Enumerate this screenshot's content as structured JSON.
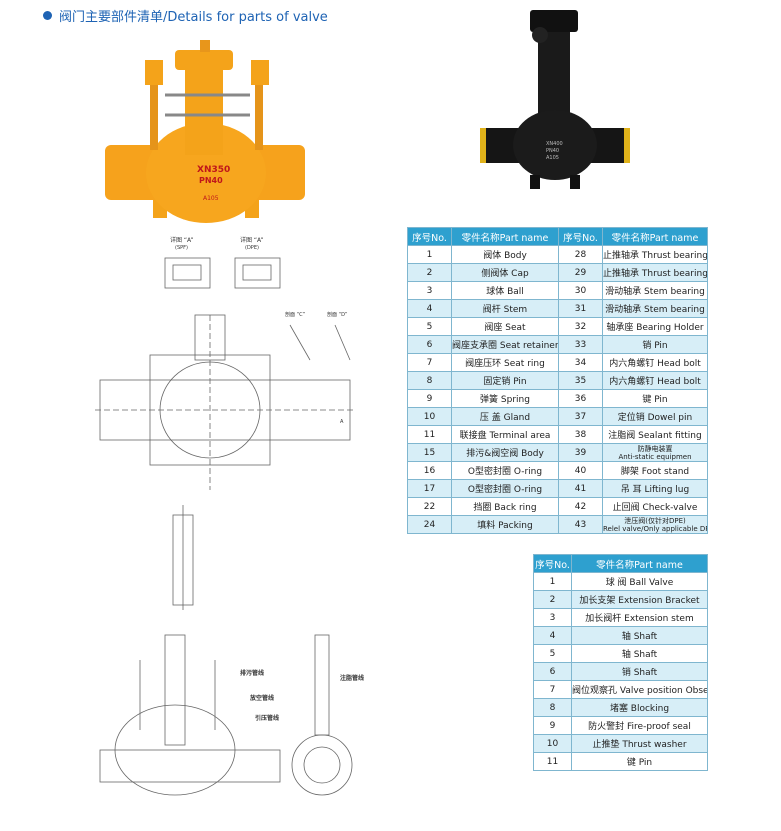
{
  "header": {
    "title": "阀门主要部件清单/Details for parts of valve"
  },
  "photo_yellow": {
    "body_text": [
      "XN350",
      "PN40",
      "A105"
    ],
    "color": "#f5a21b"
  },
  "photo_black": {
    "body_text": [
      "XN400",
      "PN40",
      "A105"
    ],
    "color": "#141414"
  },
  "drawing": {
    "view_a1": "详图 “A”",
    "view_a1_sub": "(SPF)",
    "view_a2": "详图 “A”",
    "view_a2_sub": "(DPE)",
    "view_c": "剖面 “C”",
    "view_d": "剖面 “D”",
    "label_a": "A",
    "label_drain": "排污管线",
    "label_vent": "放空管线",
    "label_pressure": "引压管线",
    "label_grease": "注脂管线"
  },
  "table1": {
    "headers": [
      "序号No.",
      "零件名称Part name",
      "序号No.",
      "零件名称Part name"
    ],
    "rows": [
      [
        "1",
        "阀体 Body",
        "28",
        "止推轴承 Thrust bearing"
      ],
      [
        "2",
        "侧阀体 Cap",
        "29",
        "止推轴承 Thrust bearing"
      ],
      [
        "3",
        "球体 Ball",
        "30",
        "滑动轴承 Stem bearing"
      ],
      [
        "4",
        "阀杆 Stem",
        "31",
        "滑动轴承 Stem bearing"
      ],
      [
        "5",
        "阀座 Seat",
        "32",
        "轴承座 Bearing Holder"
      ],
      [
        "6",
        "阀座支承圈 Seat retainer",
        "33",
        "销 Pin"
      ],
      [
        "7",
        "阀座压环 Seat ring",
        "34",
        "内六角螺钉 Head bolt"
      ],
      [
        "8",
        "固定销 Pin",
        "35",
        "内六角螺钉 Head bolt"
      ],
      [
        "9",
        "弹簧 Spring",
        "36",
        "键 Pin"
      ],
      [
        "10",
        "压 盖 Gland",
        "37",
        "定位销 Dowel pin"
      ],
      [
        "11",
        "联接盘 Terminal  area",
        "38",
        "注脂阀 Sealant  fitting"
      ],
      [
        "15",
        "排污&阀空阀 Body",
        "39",
        "防静电装置|Anti-static equipmen"
      ],
      [
        "16",
        "O型密封圈 O-ring",
        "40",
        "脚架 Foot  stand"
      ],
      [
        "17",
        "O型密封圈 O-ring",
        "41",
        "吊 耳 Lifting  lug"
      ],
      [
        "22",
        "挡圈 Back ring",
        "42",
        "止回阀 Check-valve"
      ],
      [
        "24",
        "填料 Packing",
        "43",
        "泄压阀(仅针对DPE)|Relel valve/Only applicable DPE"
      ]
    ]
  },
  "table2": {
    "headers": [
      "序号No.",
      "零件名称Part name"
    ],
    "rows": [
      [
        "1",
        "球 阀 Ball Valve"
      ],
      [
        "2",
        "加长支架 Extension Bracket"
      ],
      [
        "3",
        "加长阀杆 Extension stem"
      ],
      [
        "4",
        "轴 Shaft"
      ],
      [
        "5",
        "轴 Shaft"
      ],
      [
        "6",
        "销 Shaft"
      ],
      [
        "7",
        "阀位观察孔 Valve position Observation"
      ],
      [
        "8",
        "堵塞 Blocking"
      ],
      [
        "9",
        "防火警封 Fire-proof seal"
      ],
      [
        "10",
        "止推垫 Thrust  washer"
      ],
      [
        "11",
        "键 Pin"
      ]
    ]
  }
}
